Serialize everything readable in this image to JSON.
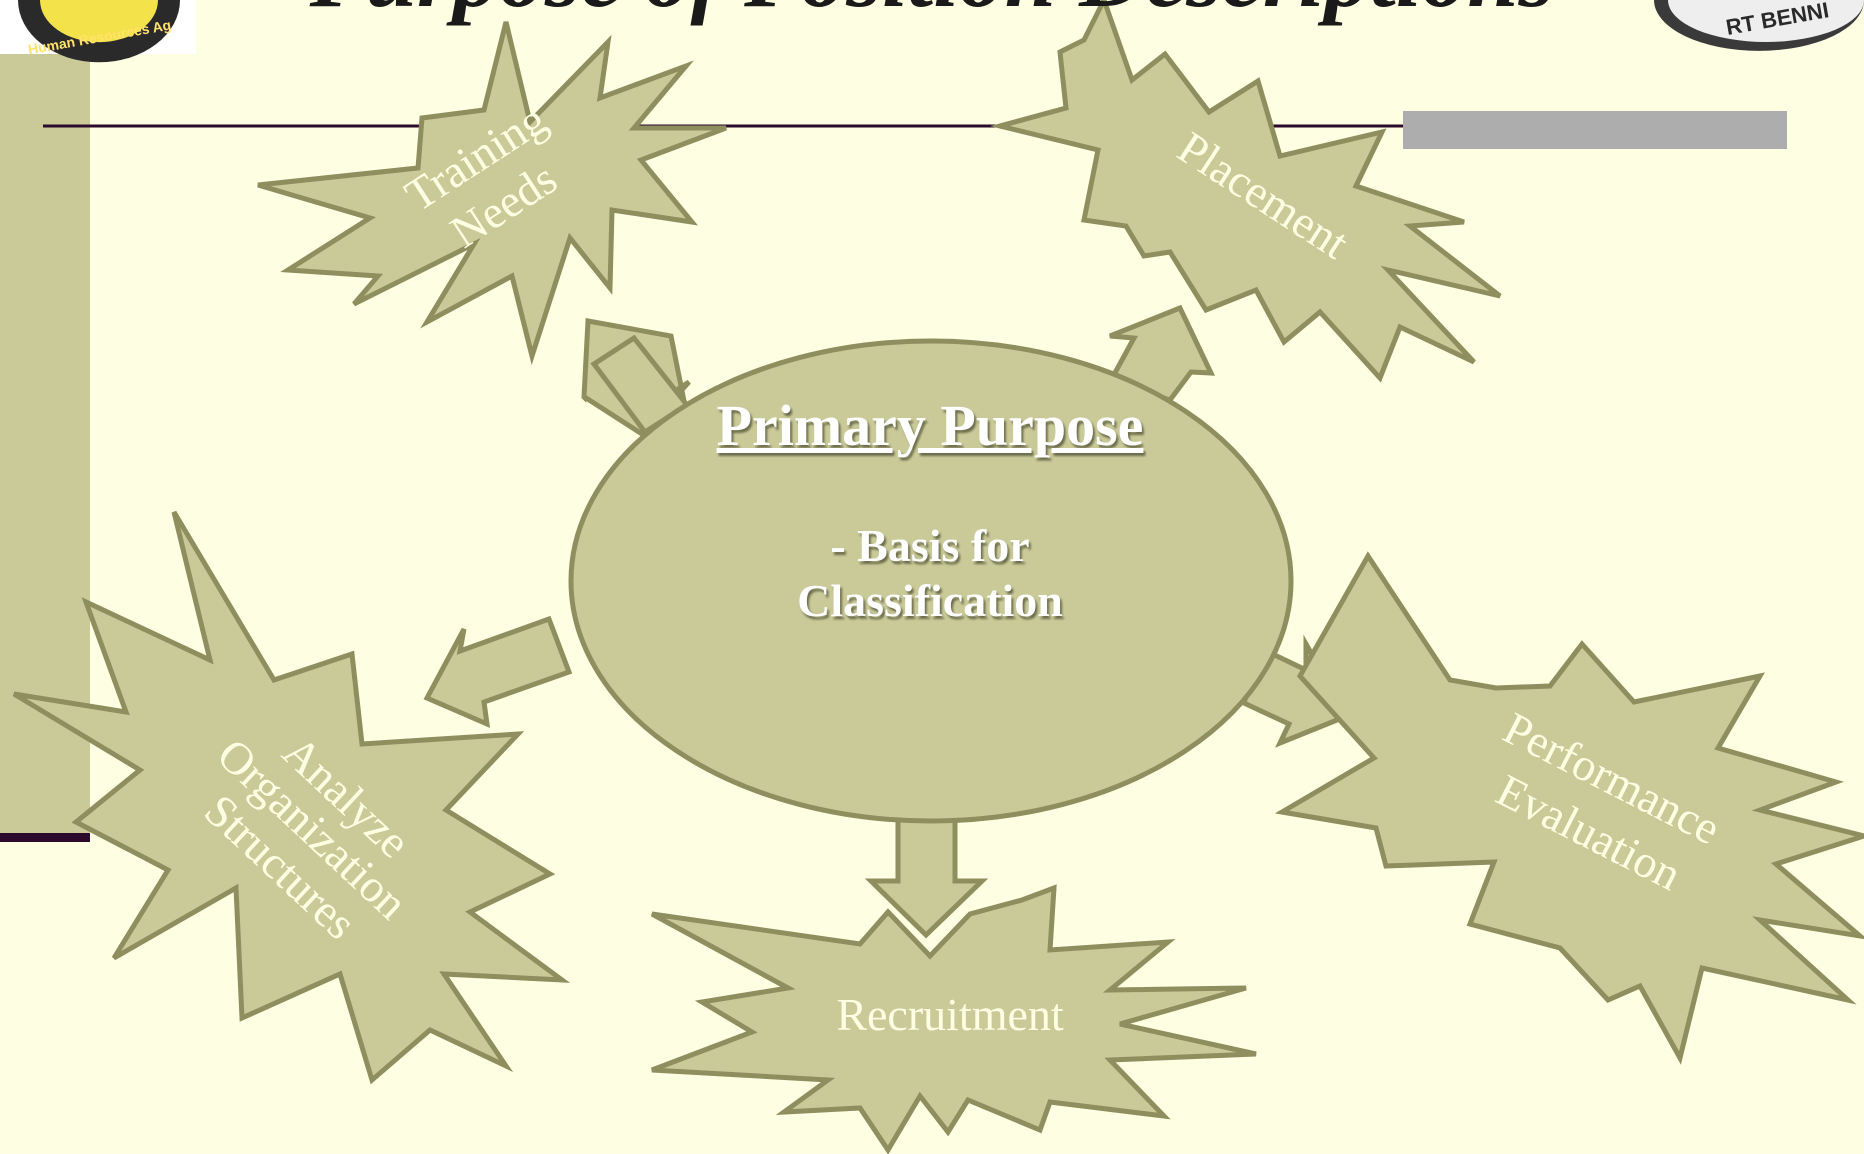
{
  "slide": {
    "title": "Purpose of Position Descriptions"
  },
  "logos": {
    "left_logo_text": "Human Resources Ag",
    "right_logo_text": "RT BENNI"
  },
  "center": {
    "title": "Primary Purpose",
    "subtitle_line1": "- Basis for",
    "subtitle_line2": "Classification"
  },
  "bursts": {
    "training_line1": "Training",
    "training_line2": "Needs",
    "placement": "Placement",
    "analyze_line1": "Analyze",
    "analyze_line2": "Organization",
    "analyze_line3": "Structures",
    "recruitment": "Recruitment",
    "performance_line1": "Performance",
    "performance_line2": "Evaluation"
  },
  "colors": {
    "background": "#FEFEE2",
    "shape_fill": "#CACA99",
    "shape_stroke": "#8E8E5F",
    "rule": "#2B0A2E",
    "gray_bar": "#ADADAD",
    "left_band": "#CACA99"
  }
}
